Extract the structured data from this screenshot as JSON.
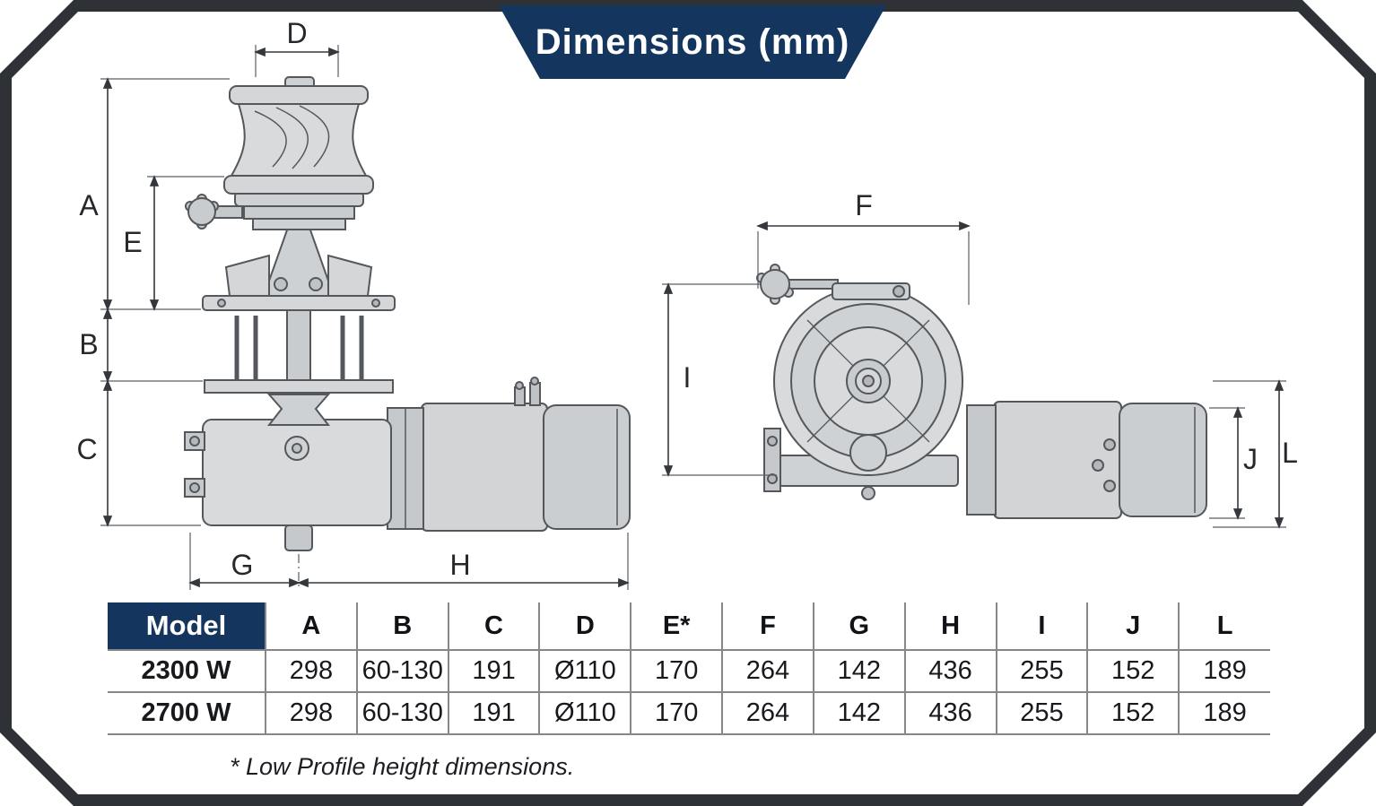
{
  "title": "Dimensions (mm)",
  "footnote": "* Low Profile height dimensions.",
  "colors": {
    "accent_navy": "#14355d",
    "frame_dark": "#2e3236",
    "line_gray": "#85888b"
  },
  "diagram": {
    "labels": {
      "A": "A",
      "B": "B",
      "C": "C",
      "D": "D",
      "E": "E",
      "F": "F",
      "G": "G",
      "H": "H",
      "I": "I",
      "J": "J",
      "L": "L"
    }
  },
  "table": {
    "headers": [
      "Model",
      "A",
      "B",
      "C",
      "D",
      "E*",
      "F",
      "G",
      "H",
      "I",
      "J",
      "L"
    ],
    "rows": [
      {
        "model": "2300 W",
        "values": [
          "298",
          "60-130",
          "191",
          "Ø110",
          "170",
          "264",
          "142",
          "436",
          "255",
          "152",
          "189"
        ]
      },
      {
        "model": "2700 W",
        "values": [
          "298",
          "60-130",
          "191",
          "Ø110",
          "170",
          "264",
          "142",
          "436",
          "255",
          "152",
          "189"
        ]
      }
    ]
  }
}
